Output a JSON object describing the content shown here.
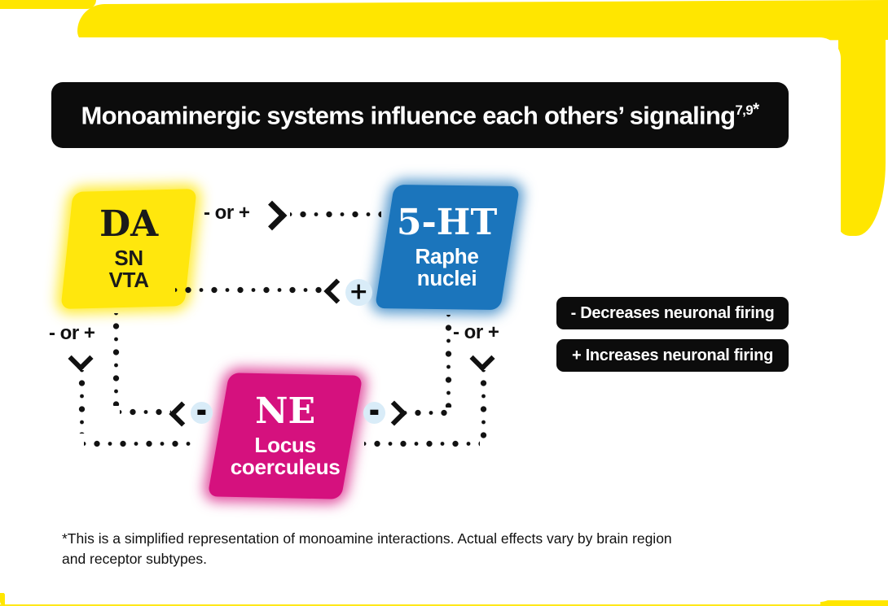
{
  "header": {
    "title": "Monoaminergic systems influence each others’ signaling",
    "refs": "7,9",
    "asterisk": "*"
  },
  "nodes": {
    "da": {
      "abbr": "DA",
      "regions": [
        "SN",
        "VTA"
      ],
      "color": "#FFE600"
    },
    "ht": {
      "abbr": "5-HT",
      "regions": [
        "Raphe",
        "nuclei"
      ],
      "color": "#1B75BC"
    },
    "ne": {
      "abbr": "NE",
      "regions": [
        "Locus",
        "coerculeus"
      ],
      "color": "#D5117E"
    }
  },
  "edges": [
    {
      "from": "DA",
      "to": "5-HT",
      "label": "- or +"
    },
    {
      "from": "5-HT",
      "to": "DA",
      "badge": "+"
    },
    {
      "from": "DA",
      "to": "NE",
      "label": "- or +"
    },
    {
      "from": "NE",
      "to": "DA",
      "badge": "-"
    },
    {
      "from": "5-HT",
      "to": "NE",
      "label": "- or +"
    },
    {
      "from": "NE",
      "to": "5-HT",
      "badge": "-"
    }
  ],
  "legend": [
    {
      "symbol": "-",
      "text": "- Decreases neuronal firing"
    },
    {
      "symbol": "+",
      "text": "+ Increases neuronal firing"
    }
  ],
  "footnote": {
    "lines": [
      "*This is a simplified representation of monoamine interactions. Actual effects vary by brain region",
      "and receptor subtypes."
    ]
  },
  "colors": {
    "accent_yellow": "#FFE600",
    "node_blue": "#1B75BC",
    "node_magenta": "#D5117E",
    "bar_black": "#0C0C0C",
    "badge_blue": "#D9ECF8"
  }
}
